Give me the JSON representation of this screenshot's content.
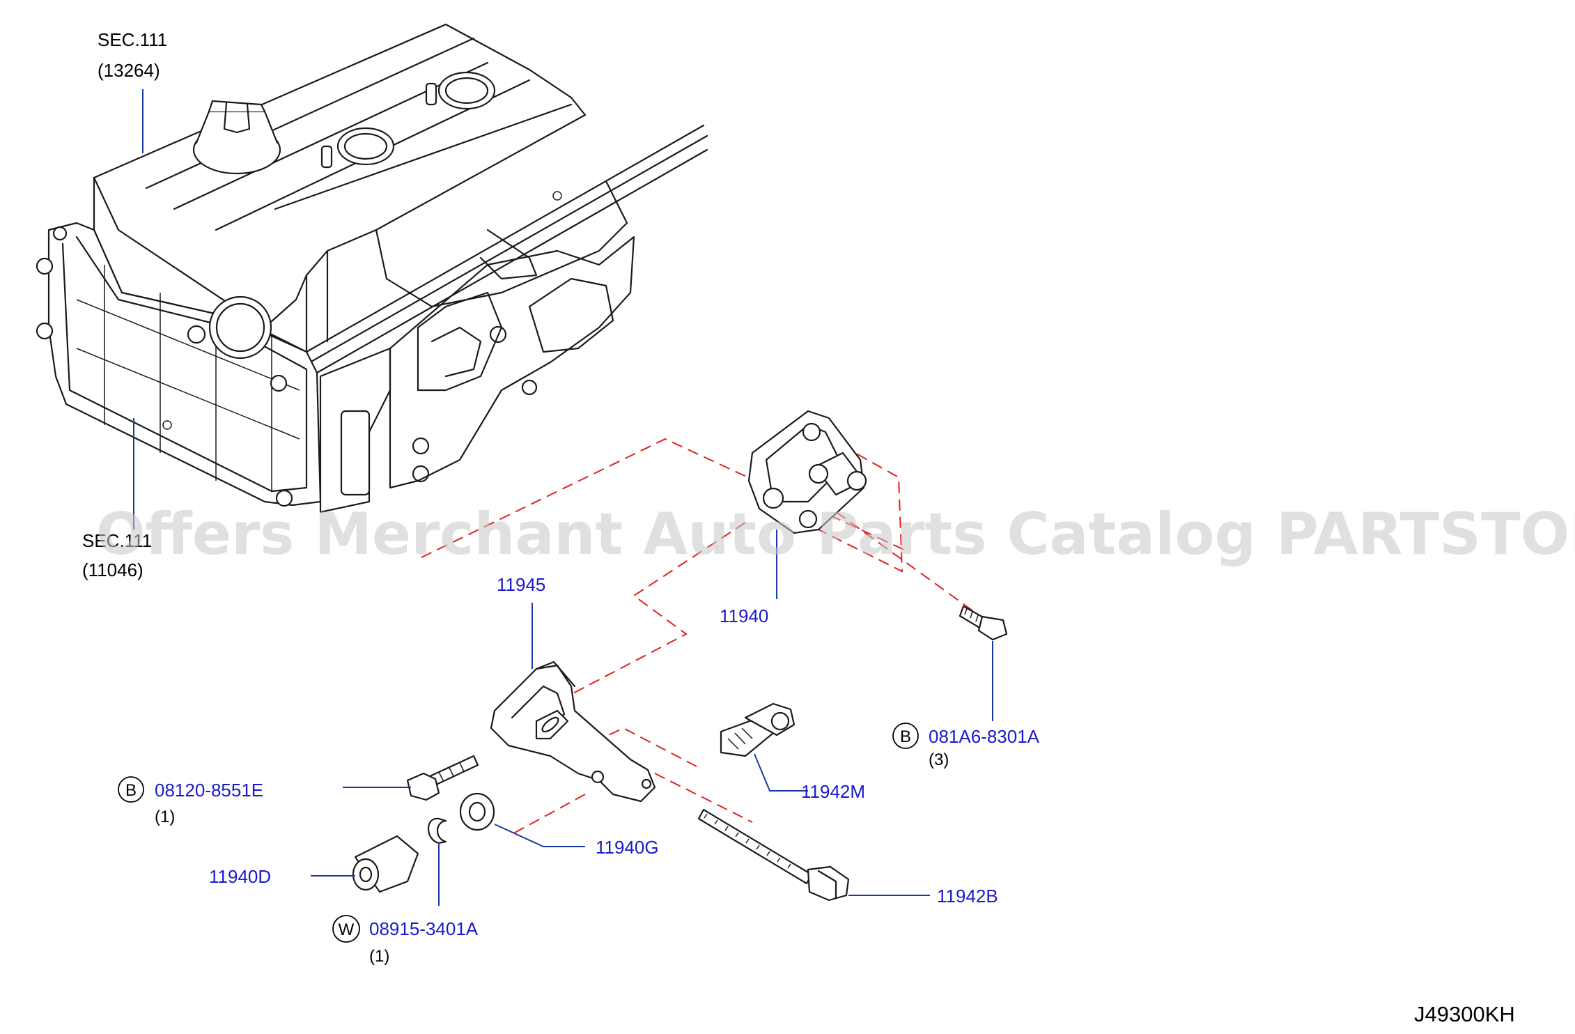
{
  "watermark": "Offers Merchant Auto Parts Catalog PARTSTORE.SA",
  "diagram_code": "J49300KH",
  "section_refs": [
    {
      "line1": "SEC.111",
      "line2": "(13264)"
    },
    {
      "line1": "SEC.111",
      "line2": "(11046)"
    }
  ],
  "parts": {
    "p11940": "11940",
    "p11945": "11945",
    "p11942M": "11942M",
    "p11940G": "11940G",
    "p11940D": "11940D",
    "p11942B": "11942B",
    "p081A6": {
      "prefix": "B",
      "code": "081A6-8301A",
      "qty": "(3)"
    },
    "p08120": {
      "prefix": "B",
      "code": "08120-8551E",
      "qty": "(1)"
    },
    "p08915": {
      "prefix": "W",
      "code": "08915-3401A",
      "qty": "(1)"
    }
  }
}
